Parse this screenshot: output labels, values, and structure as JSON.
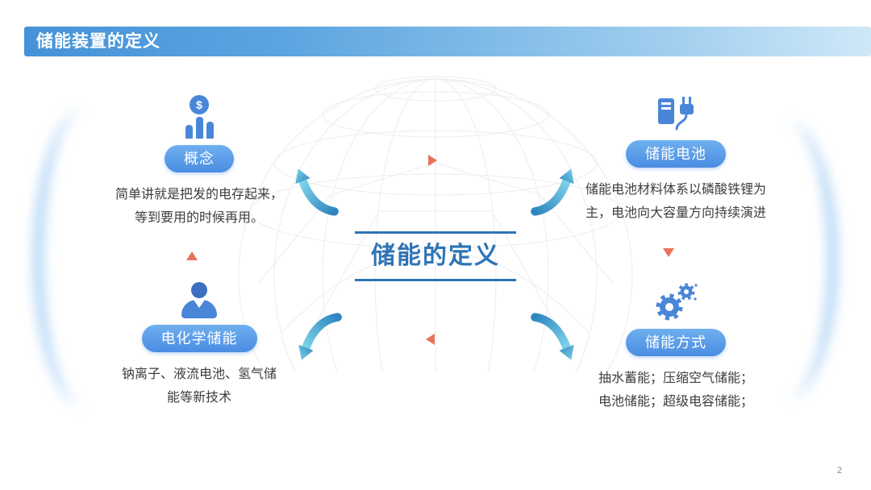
{
  "slide": {
    "header_title": "储能装置的定义",
    "center_title": "储能的定义",
    "page_number": "2"
  },
  "icons": {
    "coin_symbol": "$"
  },
  "quadrants": [
    {
      "key": "concept",
      "icon": "coin-bar-chart-icon",
      "label": "概念",
      "line1": "简单讲就是把发的电存起来，",
      "line2": "等到要用的时候再用。"
    },
    {
      "key": "storage-battery",
      "icon": "battery-charger-icon",
      "label": "储能电池",
      "line1": "储能电池材料体系以磷酸铁锂为",
      "line2": "主，电池向大容量方向持续演进"
    },
    {
      "key": "electrochemical",
      "icon": "businessman-icon",
      "label": "电化学储能",
      "line1": "钠离子、液流电池、氢气储",
      "line2": "能等新技术"
    },
    {
      "key": "storage-methods",
      "icon": "gears-icon",
      "label": "储能方式",
      "line1": "抽水蓄能；压缩空气储能；",
      "line2": "电池储能；超级电容储能；"
    }
  ],
  "colors": {
    "header_gradient_start": "#4592d8",
    "header_gradient_end": "#cfe8f8",
    "pill_blue": "#4a8ce2",
    "title_blue": "#2e74b5",
    "arrow_dark": "#2f86bf",
    "arrow_light": "#7ed3ea",
    "accent_coral": "#e8735c",
    "icon_blue": "#4a86d8",
    "body_text": "#3d3d3d"
  }
}
